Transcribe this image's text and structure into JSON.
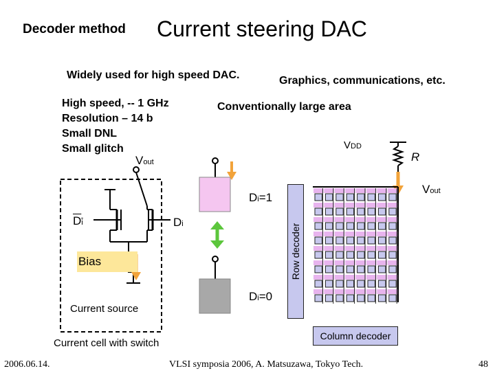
{
  "header": {
    "section_label": "Decoder method",
    "title": "Current steering DAC"
  },
  "intro": {
    "used_for": "Widely used for high speed DAC.",
    "applications": "Graphics, communications, etc."
  },
  "features": [
    "High speed, -- 1 GHz",
    "Resolution – 14 b",
    "Small DNL",
    "Small glitch"
  ],
  "drawback": "Conventionally large area",
  "labels": {
    "vout_main": "V",
    "vout_main_sub": "out",
    "vdd": "V",
    "vdd_sub": "DD",
    "resistor": "R",
    "vout_array": "V",
    "vout_array_sub": "out",
    "di_left": "D",
    "di_left_sub": "i",
    "di_right": "D",
    "di_right_sub": "i",
    "bias": "Bias",
    "current_source": "Current source",
    "cell_caption": "Current cell with switch",
    "state_on": "D",
    "state_on_sub": "i",
    "state_on_value": "=1",
    "state_off": "D",
    "state_off_sub": "i",
    "state_off_value": "=0",
    "row_decoder": "Row decoder",
    "column_decoder": "Column decoder"
  },
  "footer": {
    "date": "2006.06.14.",
    "source": "VLSI symposia 2006,  A. Matsuzawa, Tokyo Tech.",
    "page": "48"
  },
  "colors": {
    "cell_on": "#f5c6f0",
    "cell_off": "#a8a8a8",
    "array_cell_top": "#e8b4ee",
    "array_cell_body": "#c7c8ee",
    "decoder": "#c7c8ee",
    "arrow_orange": "#f2a33a",
    "arrow_green": "#5cc63c",
    "bias_highlight": "#fde79a"
  },
  "array": {
    "rows": 8,
    "cols": 8
  }
}
